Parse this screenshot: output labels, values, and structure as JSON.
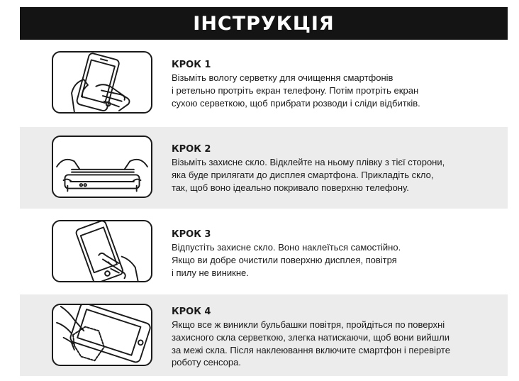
{
  "header": {
    "title": "ІНСТРУКЦІЯ"
  },
  "steps": [
    {
      "title": "КРОК 1",
      "icon": "hand-wiping-phone-icon",
      "lines": [
        "Візьміть вологу серветку для очищення смартфонів",
        "і ретельно протріть екран телефону. Потім протріть екран",
        "сухою серветкою, щоб прибрати розводи і сліди відбитків."
      ]
    },
    {
      "title": "КРОК 2",
      "icon": "hands-placing-glass-icon",
      "lines": [
        "Візьміть захисне скло. Відклейте на ньому плівку з тієї сторони,",
        "яка буде прилягати до дисплея смартфона. Прикладіть скло,",
        "так, щоб воно ідеально покривало поверхню телефону."
      ]
    },
    {
      "title": "КРОК 3",
      "icon": "finger-pressing-phone-icon",
      "lines": [
        "Відпустіть захисне скло. Воно наклеїться самостійно.",
        "Якщо ви добре очистили поверхню дисплея, повітря",
        "і пилу не виникне."
      ]
    },
    {
      "title": "КРОК 4",
      "icon": "cloth-smoothing-bubbles-icon",
      "lines": [
        "Якщо все ж виникли бульбашки повітря, пройдіться по поверхні",
        "захисного скла серветкою, злегка натискаючи, щоб вони вийшли",
        "за межі скла. Після наклеювання включите смартфон і перевірте",
        "роботу сенсора."
      ]
    }
  ]
}
